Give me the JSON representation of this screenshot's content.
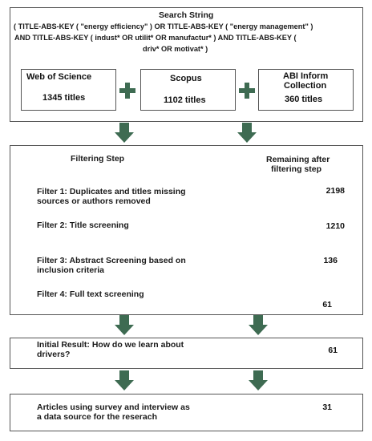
{
  "search": {
    "title": "Search String",
    "lines": [
      "( TITLE-ABS-KEY ( \"energy efficiency\" )  OR  TITLE-ABS-KEY ( \"energy management\" )",
      "AND  TITLE-ABS-KEY ( indust*  OR  utilit*  OR  manufactur* )  AND  TITLE-ABS-KEY (",
      "driv*  OR  motivat* )"
    ]
  },
  "databases": [
    {
      "name": "Web of Science",
      "count": "1345 titles"
    },
    {
      "name": "Scopus",
      "count": "1102 titles"
    },
    {
      "name_lines": [
        "ABI Inform",
        "Collection"
      ],
      "count": "360 titles"
    }
  ],
  "filtering": {
    "header_step": "Filtering Step",
    "header_remaining_lines": [
      "Remaining after",
      "filtering step"
    ],
    "filters": [
      {
        "lines": [
          "Filter 1: Duplicates and titles missing",
          "sources or authors removed"
        ],
        "count": "2198"
      },
      {
        "lines": [
          "Filter 2: Title screening"
        ],
        "count": "1210"
      },
      {
        "lines": [
          "Filter 3: Abstract Screening based on",
          "inclusion criteria"
        ],
        "count": "136"
      },
      {
        "lines": [
          "Filter 4: Full text screening"
        ],
        "count": "61"
      }
    ]
  },
  "initial_result": {
    "lines": [
      "Initial Result: How do we learn about",
      "drivers?"
    ],
    "count": "61"
  },
  "final_result": {
    "lines": [
      "Articles using survey and interview as",
      "a data source for the reserach"
    ],
    "count": "31"
  },
  "colors": {
    "accent_green": "#3e6b52",
    "border_gray": "#555555"
  }
}
